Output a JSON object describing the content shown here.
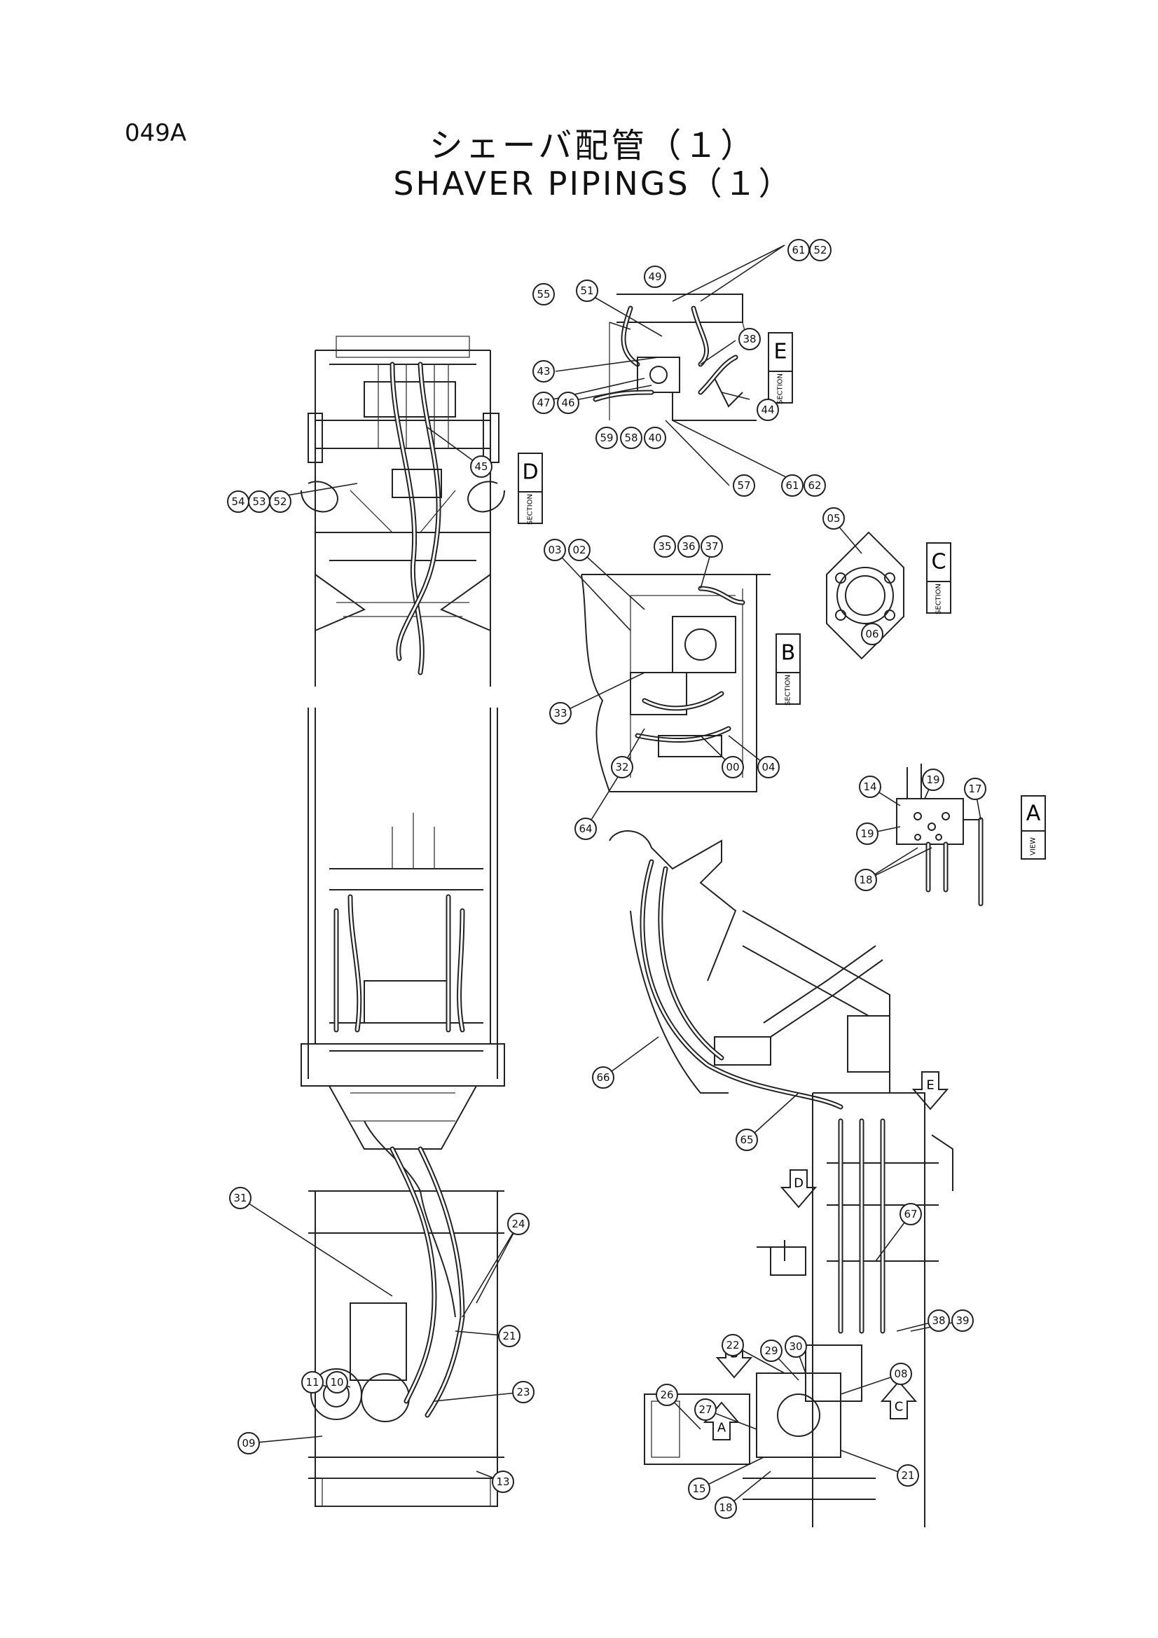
{
  "header": {
    "page_code": "049A",
    "title_jp": "シェーバ配管（１）",
    "title_en": "SHAVER PIPINGS（１）"
  },
  "section_tags": {
    "A": {
      "letter": "A",
      "word": "VIEW"
    },
    "B": {
      "letter": "B",
      "word": "SECTION"
    },
    "C": {
      "letter": "C",
      "word": "SECTION"
    },
    "D": {
      "letter": "D",
      "word": "SECTION"
    },
    "E": {
      "letter": "E",
      "word": "SECTION"
    }
  },
  "view_arrows": [
    "A",
    "B",
    "C",
    "D",
    "E"
  ],
  "callouts": {
    "section_e": [
      "61",
      "52",
      "49",
      "51",
      "55",
      "38",
      "43",
      "47",
      "46",
      "44",
      "59",
      "58",
      "40",
      "57",
      "61",
      "62"
    ],
    "section_d": [
      "54",
      "53",
      "52",
      "45"
    ],
    "section_b": [
      "03",
      "02",
      "35",
      "36",
      "37",
      "33",
      "32",
      "00",
      "04",
      "64"
    ],
    "section_c": [
      "05",
      "06"
    ],
    "view_a": [
      "14",
      "19",
      "17",
      "19",
      "18"
    ],
    "lower_left": [
      "31",
      "24",
      "21",
      "23",
      "11",
      "10",
      "09",
      "13"
    ],
    "side_view": [
      "66",
      "65",
      "67",
      "38",
      "39",
      "22",
      "29",
      "30",
      "26",
      "27",
      "08",
      "21",
      "15",
      "18"
    ]
  }
}
